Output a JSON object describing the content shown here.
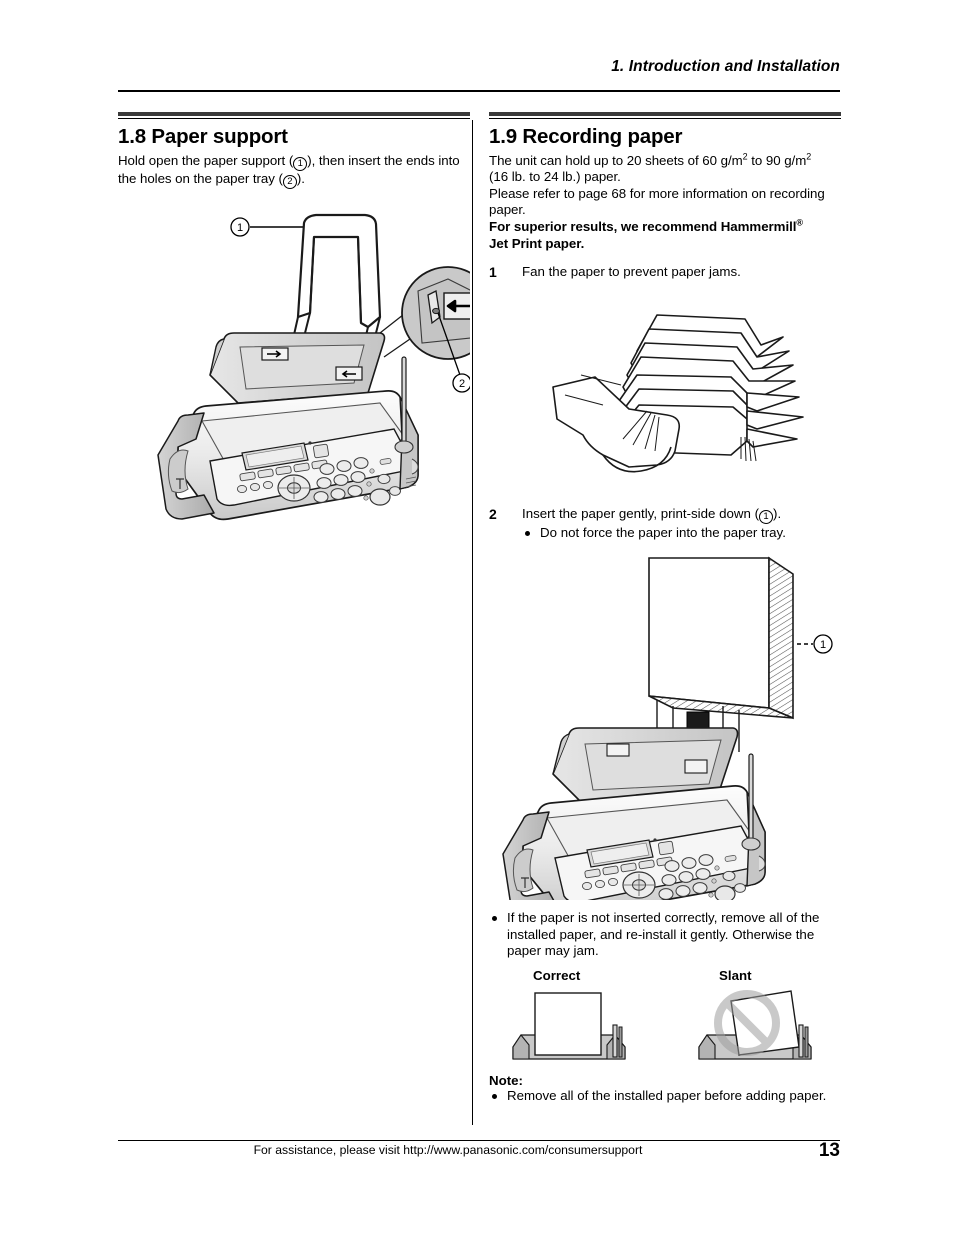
{
  "header": {
    "chapter_title": "1. Introduction and Installation"
  },
  "left_column": {
    "section": {
      "number_title": "1.8 Paper support",
      "paragraph_part1": "Hold open the paper support (",
      "callout_1": "1",
      "paragraph_part2": "), then insert the ends into the holes on the paper tray (",
      "callout_2": "2",
      "paragraph_part3": ")."
    },
    "figure": {
      "name": "paper-support-figure",
      "callout_1": "1",
      "callout_2": "2"
    }
  },
  "right_column": {
    "section": {
      "number_title": "1.9 Recording paper",
      "line1_a": "The unit can hold up to 20 sheets of 60 g/m",
      "line1_sup1": "2",
      "line1_b": " to 90 g/m",
      "line1_sup2": "2",
      "line2": "(16 lb. to 24 lb.) paper.",
      "line3": "Please refer to page 68 for more information on recording paper.",
      "bold_line_a": "For superior results, we recommend Hammermill",
      "bold_sup": "®",
      "bold_line_b": "Jet Print paper."
    },
    "steps": [
      {
        "number": "1",
        "text": "Fan the paper to prevent paper jams.",
        "figure_name": "fan-paper-figure"
      },
      {
        "number": "2",
        "text_a": "Insert the paper gently, print-side down (",
        "callout": "1",
        "text_b": ").",
        "bullet": "Do not force the paper into the paper tray.",
        "figure_name": "insert-paper-figure",
        "figure_callout": "1"
      }
    ],
    "warning_bullet": "If the paper is not inserted correctly, remove all of the installed paper, and re-install it gently. Otherwise the paper may jam.",
    "compare": {
      "correct_label": "Correct",
      "slant_label": "Slant"
    },
    "note": {
      "heading": "Note:",
      "bullet": "Remove all of the installed paper before adding paper."
    }
  },
  "footer": {
    "assistance_text": "For assistance, please visit http://www.panasonic.com/consumersupport",
    "page_number": "13"
  },
  "colors": {
    "rule_dark": "#3b3b3b",
    "text": "#000000",
    "device_light": "#f2f2f2",
    "device_mid": "#d8d8d8",
    "device_dark": "#b8b8b8",
    "prohibit_gray": "#c9c9c9"
  }
}
